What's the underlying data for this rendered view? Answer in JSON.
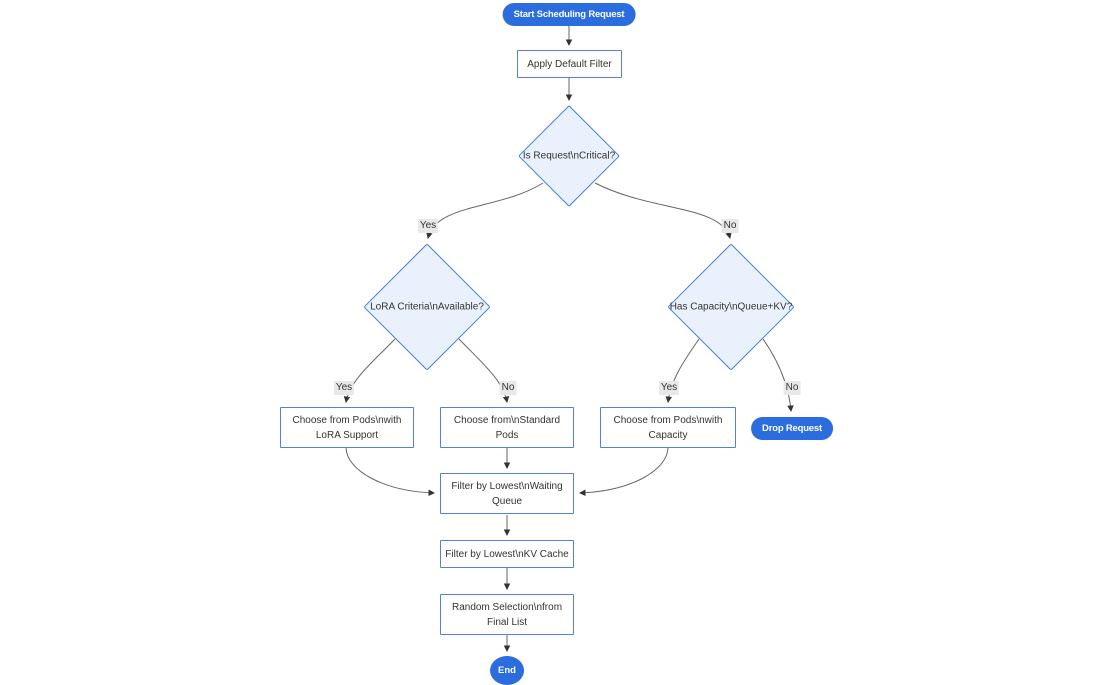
{
  "diagram": {
    "type": "flowchart",
    "direction": "top-down",
    "nodes": {
      "start": {
        "label": "Start Scheduling Request",
        "shape": "stadium"
      },
      "apply_filter": {
        "label": "Apply Default Filter",
        "shape": "rect"
      },
      "is_critical": {
        "label": "Is Request\\nCritical?",
        "shape": "diamond"
      },
      "lora_criteria": {
        "label": "LoRA Criteria\\nAvailable?",
        "shape": "diamond"
      },
      "has_capacity": {
        "label": "Has Capacity\\nQueue+KV?",
        "shape": "diamond"
      },
      "choose_lora_pods": {
        "label": "Choose from Pods\\nwith LoRA Support",
        "shape": "rect"
      },
      "choose_standard_pods": {
        "label": "Choose from\\nStandard Pods",
        "shape": "rect"
      },
      "choose_capacity_pods": {
        "label": "Choose from Pods\\nwith Capacity",
        "shape": "rect"
      },
      "drop_request": {
        "label": "Drop Request",
        "shape": "stadium"
      },
      "filter_waiting_queue": {
        "label": "Filter by Lowest\\nWaiting Queue",
        "shape": "rect"
      },
      "filter_kv_cache": {
        "label": "Filter by Lowest\\nKV Cache",
        "shape": "rect"
      },
      "random_selection": {
        "label": "Random Selection\\nfrom Final List",
        "shape": "rect"
      },
      "end": {
        "label": "End",
        "shape": "circle"
      }
    },
    "edges": [
      {
        "from": "start",
        "to": "apply_filter",
        "label": ""
      },
      {
        "from": "apply_filter",
        "to": "is_critical",
        "label": ""
      },
      {
        "from": "is_critical",
        "to": "lora_criteria",
        "label": "Yes"
      },
      {
        "from": "is_critical",
        "to": "has_capacity",
        "label": "No"
      },
      {
        "from": "lora_criteria",
        "to": "choose_lora_pods",
        "label": "Yes"
      },
      {
        "from": "lora_criteria",
        "to": "choose_standard_pods",
        "label": "No"
      },
      {
        "from": "has_capacity",
        "to": "choose_capacity_pods",
        "label": "Yes"
      },
      {
        "from": "has_capacity",
        "to": "drop_request",
        "label": "No"
      },
      {
        "from": "choose_lora_pods",
        "to": "filter_waiting_queue",
        "label": ""
      },
      {
        "from": "choose_standard_pods",
        "to": "filter_waiting_queue",
        "label": ""
      },
      {
        "from": "choose_capacity_pods",
        "to": "filter_waiting_queue",
        "label": ""
      },
      {
        "from": "filter_waiting_queue",
        "to": "filter_kv_cache",
        "label": ""
      },
      {
        "from": "filter_kv_cache",
        "to": "random_selection",
        "label": ""
      },
      {
        "from": "random_selection",
        "to": "end",
        "label": ""
      }
    ],
    "colors": {
      "accent_fill": "#2b6cdf",
      "accent_text": "#ffffff",
      "decision_fill": "#e9f2fc",
      "decision_border": "#3f7be2",
      "process_fill": "#ffffff",
      "process_border": "#4f81dd",
      "edge_stroke": "#666666",
      "edge_label_bg": "#e8e8e8",
      "text": "#333333"
    }
  }
}
